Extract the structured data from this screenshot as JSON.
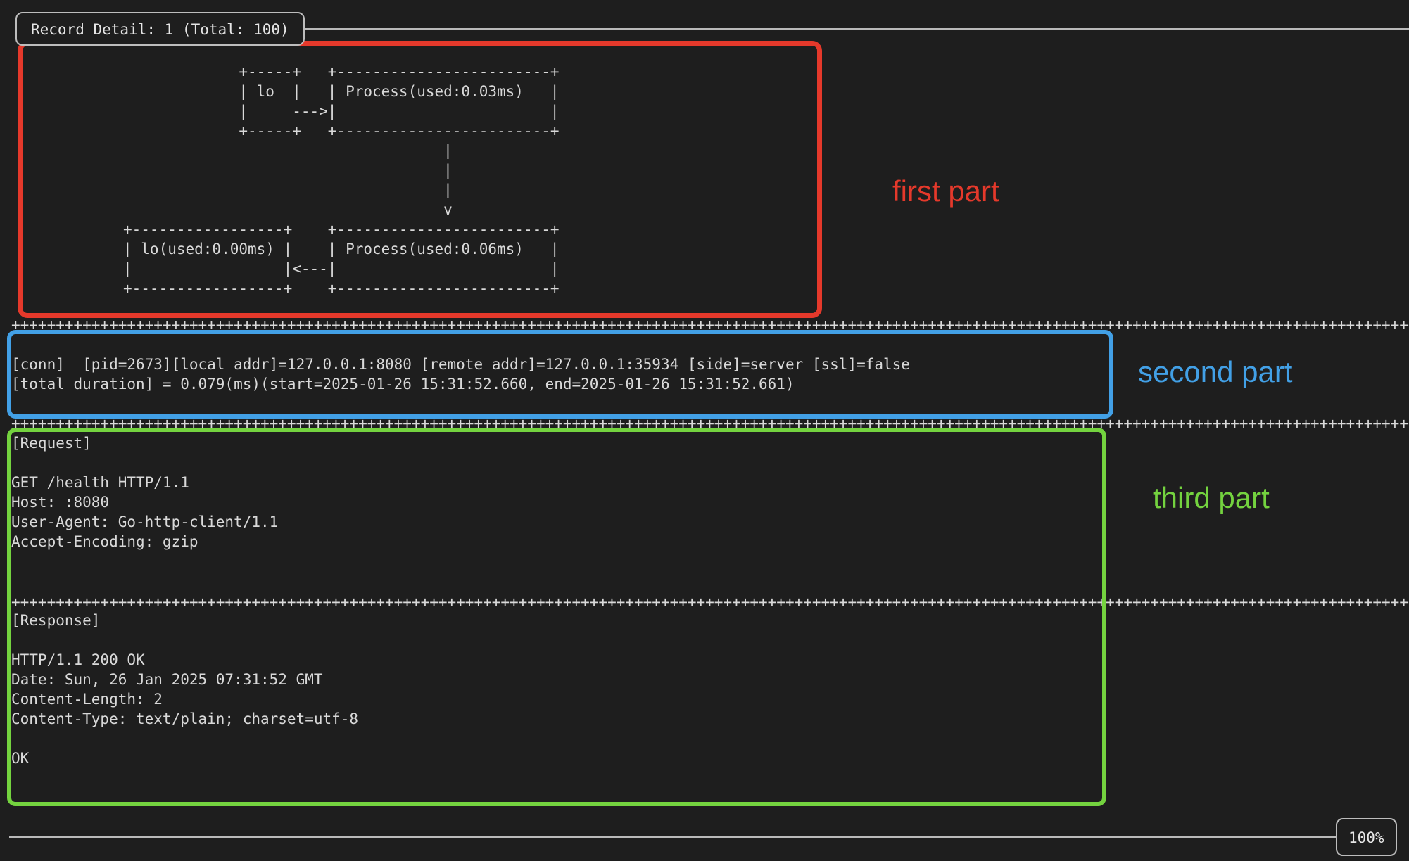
{
  "title": "Record Detail: 1 (Total: 100)",
  "zoom_indicator": "100%",
  "colors": {
    "background": "#1e1e1e",
    "terminal_text": "#d9d9d9",
    "frame_gray": "#bdbdbd",
    "first_part_red": "#e5392b",
    "second_part_blue": "#42a0e6",
    "third_part_green": "#74d33f"
  },
  "annotations": {
    "first": {
      "label": "first part"
    },
    "second": {
      "label": "second part"
    },
    "third": {
      "label": "third part"
    }
  },
  "divider": "++++++++++++++++++++++++++++++++++++++++++++++++++++++++++++++++++++++++++++++++++++++++++++++++++++++++++++++++++++++++++++++++++++++++++++++++++++++++++++++",
  "diagram": {
    "ascii": "             +-----+   +------------------------+\n             | lo  |   | Process(used:0.03ms)   |\n             |     --->|                        |\n             +-----+   +------------------------+\n                                    |\n                                    |\n                                    |\n                                    v\n+-----------------+    +------------------------+\n| lo(used:0.00ms) |    | Process(used:0.06ms)   |\n|                 |<---|                        |\n+-----------------+    +------------------------+"
  },
  "conn": {
    "line1": "[conn]  [pid=2673][local addr]=127.0.0.1:8080 [remote addr]=127.0.0.1:35934 [side]=server [ssl]=false",
    "line2": "[total duration] = 0.079(ms)(start=2025-01-26 15:31:52.660, end=2025-01-26 15:31:52.661)"
  },
  "request": {
    "text": "[Request]\n\nGET /health HTTP/1.1\nHost: :8080\nUser-Agent: Go-http-client/1.1\nAccept-Encoding: gzip"
  },
  "response": {
    "text": "[Response]\n\nHTTP/1.1 200 OK\nDate: Sun, 26 Jan 2025 07:31:52 GMT\nContent-Length: 2\nContent-Type: text/plain; charset=utf-8\n\nOK"
  }
}
